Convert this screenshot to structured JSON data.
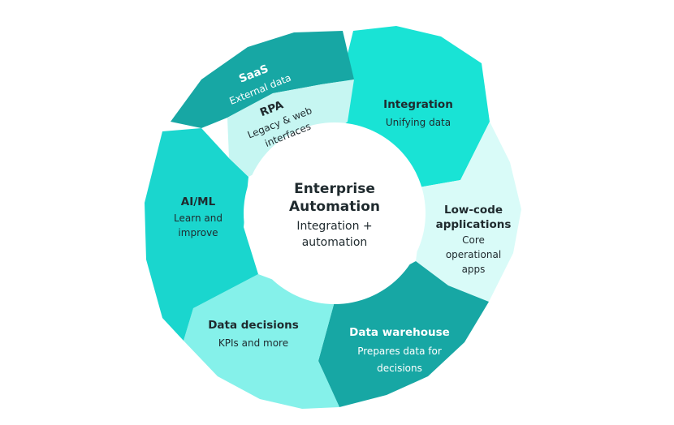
{
  "center": {
    "title_line1": "Enterprise",
    "title_line2": "Automation",
    "subtitle_line1": "Integration +",
    "subtitle_line2": "automation"
  },
  "segments": {
    "integration": {
      "title": "Integration",
      "subtitle": "Unifying data",
      "color": "#19e3d5"
    },
    "lowcode": {
      "title_line1": "Low-code",
      "title_line2": "applications",
      "sub_line1": "Core",
      "sub_line2": "operational",
      "sub_line3": "apps",
      "color": "#d9fbf8"
    },
    "warehouse": {
      "title": "Data warehouse",
      "sub_line1": "Prepares data for",
      "sub_line2": "decisions",
      "color": "#17a7a4"
    },
    "decisions": {
      "title": "Data decisions",
      "subtitle": "KPIs and more",
      "color": "#85f1ea"
    },
    "aiml": {
      "title": "AI/ML",
      "sub_line1": "Learn and",
      "sub_line2": "improve",
      "color": "#1ad6ce"
    },
    "saas": {
      "title": "SaaS",
      "subtitle": "External data",
      "color": "#17a7a4"
    },
    "rpa": {
      "title": "RPA",
      "sub_line1": "Legacy & web",
      "sub_line2": "interfaces",
      "color": "#c6f6f2"
    }
  }
}
